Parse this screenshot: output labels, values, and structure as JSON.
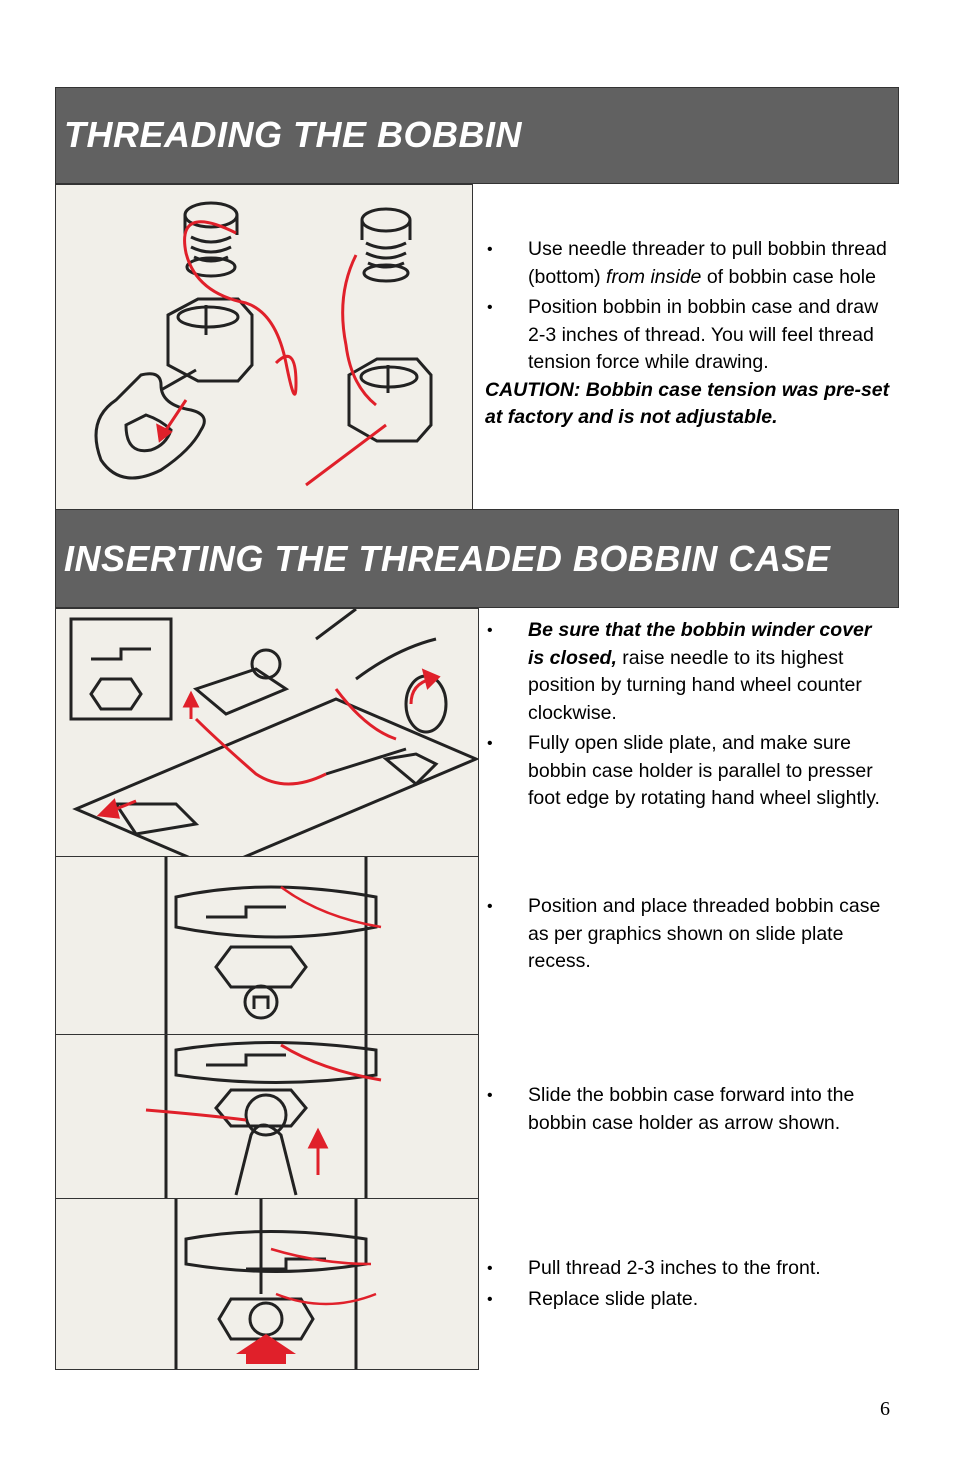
{
  "section1": {
    "title": "THREADING THE BOBBIN",
    "bullets": [
      {
        "before": "Use needle threader to pull bobbin thread (bottom) ",
        "italic": "from inside",
        "after": " of bobbin case hole"
      },
      {
        "text": "Position bobbin in bobbin case and draw 2-3 inches of thread.  You will feel thread tension force while drawing."
      }
    ],
    "caution": "CAUTION:  Bobbin case tension was pre-set at factory and is not adjustable."
  },
  "section2": {
    "title": "INSERTING THE THREADED BOBBIN CASE",
    "step1": [
      {
        "bold": "Be sure that the bobbin winder cover is closed,",
        "after": " raise needle to its highest position by turning hand wheel counter clockwise."
      },
      {
        "text": "Fully open slide plate, and make sure bobbin case holder is parallel to presser foot edge by rotating  hand wheel slightly."
      }
    ],
    "step2": [
      "Position and place threaded bobbin case as per graphics shown on slide plate recess."
    ],
    "step3": [
      "Slide the bobbin case forward into the bobbin case holder as arrow shown."
    ],
    "step4": [
      "Pull thread 2-3 inches to the front.",
      "Replace slide plate."
    ]
  },
  "page_number": "6",
  "colors": {
    "header_bg": "#616161",
    "thread_red": "#e0202a"
  }
}
